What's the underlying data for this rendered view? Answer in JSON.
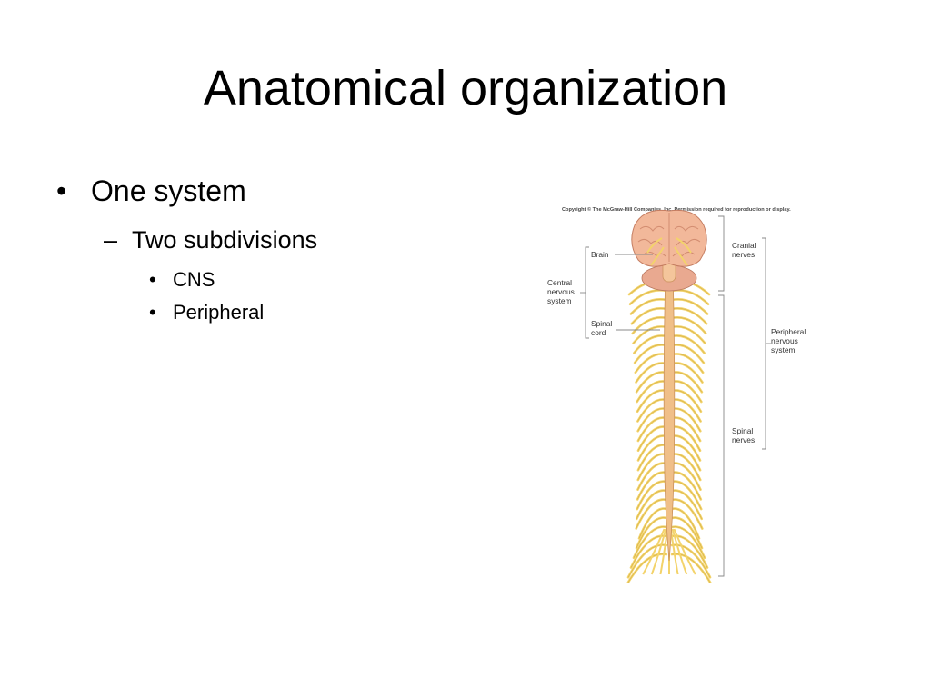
{
  "slide": {
    "title": "Anatomical organization",
    "bullets": [
      {
        "marker": "•",
        "text": "One system"
      },
      {
        "marker": "–",
        "text": "Two subdivisions"
      },
      {
        "marker": "•",
        "text": "CNS"
      },
      {
        "marker": "•",
        "text": "Peripheral"
      }
    ]
  },
  "figure": {
    "copyright": "Copyright © The McGraw-Hill Companies, Inc. Permission required for reproduction or display.",
    "labels": {
      "brain": "Brain",
      "central_l1": "Central",
      "central_l2": "nervous",
      "central_l3": "system",
      "spinal_cord_l1": "Spinal",
      "spinal_cord_l2": "cord",
      "cranial_l1": "Cranial",
      "cranial_l2": "nerves",
      "peripheral_l1": "Peripheral",
      "peripheral_l2": "nervous",
      "peripheral_l3": "system",
      "spinal_nerves_l1": "Spinal",
      "spinal_nerves_l2": "nerves"
    },
    "colors": {
      "brain": "#f2b89a",
      "brain_dark": "#d98e70",
      "cord": "#f0bf88",
      "nerve": "#f3d36b",
      "nerve_edge": "#c9a53c",
      "bracket": "#888888"
    }
  }
}
